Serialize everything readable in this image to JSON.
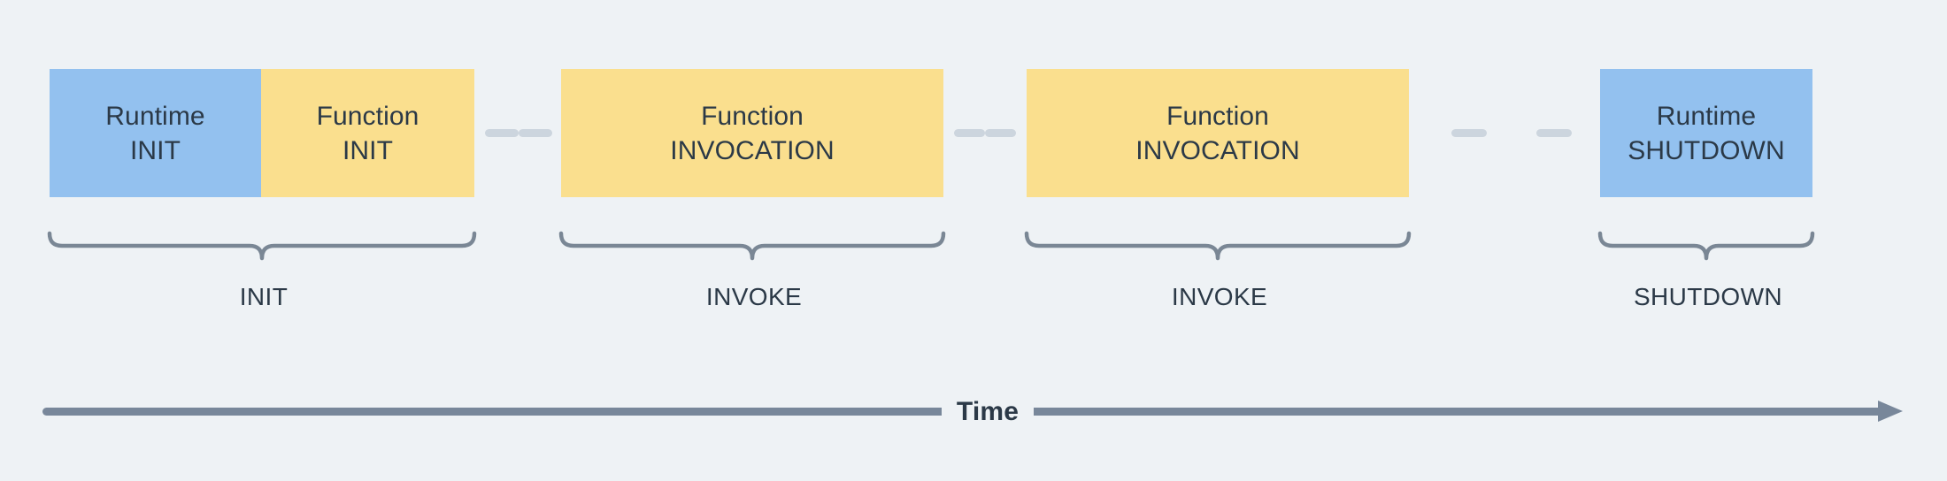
{
  "diagram": {
    "title": "Lambda execution environment lifecycle timeline",
    "background_color": "#eef2f5",
    "text_color": "#2b3947",
    "colors": {
      "runtime_block": "#93c1ef",
      "function_block": "#fadf8e",
      "brace": "#7a8795",
      "connector_dash": "#ccd5de",
      "axis": "#78879a"
    },
    "blocks": [
      {
        "id": "runtime-init",
        "line1": "Runtime",
        "line2": "INIT",
        "color": "runtime_block"
      },
      {
        "id": "function-init",
        "line1": "Function",
        "line2": "INIT",
        "color": "function_block"
      },
      {
        "id": "function-invoke-1",
        "line1": "Function",
        "line2": "INVOCATION",
        "color": "function_block"
      },
      {
        "id": "function-invoke-2",
        "line1": "Function",
        "line2": "INVOCATION",
        "color": "function_block"
      },
      {
        "id": "runtime-shutdown",
        "line1": "Runtime",
        "line2": "SHUTDOWN",
        "color": "runtime_block"
      }
    ],
    "phases": [
      {
        "id": "phase-init",
        "label": "INIT"
      },
      {
        "id": "phase-invoke-1",
        "label": "INVOKE"
      },
      {
        "id": "phase-invoke-2",
        "label": "INVOKE"
      },
      {
        "id": "phase-shutdown",
        "label": "SHUTDOWN"
      }
    ],
    "connectors": [
      {
        "id": "connector-1",
        "dashes": 2
      },
      {
        "id": "connector-2",
        "dashes": 2
      },
      {
        "id": "connector-3",
        "dashes": 2
      }
    ],
    "axis": {
      "label": "Time",
      "direction": "left-to-right",
      "arrow": "right-arrowhead"
    }
  }
}
